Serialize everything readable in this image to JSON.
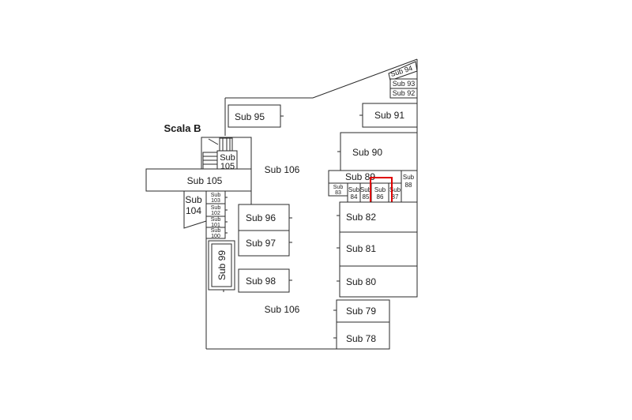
{
  "plan": {
    "stair_title": "Scala B",
    "labels": {
      "sub95": "Sub 95",
      "sub91": "Sub 91",
      "sub90": "Sub 90",
      "sub89": "Sub 89",
      "sub94": "Sub 94",
      "sub93": "Sub 93",
      "sub92": "Sub 92",
      "sub105_a": "Sub",
      "sub105_b": "105",
      "sub105_wide": "Sub 105",
      "sub106_top": "Sub 106",
      "sub106_bottom": "Sub 106",
      "sub104_a": "Sub",
      "sub104_b": "104",
      "sub103_a": "Sub",
      "sub103_b": "103",
      "sub102_a": "Sub",
      "sub102_b": "102",
      "sub101_a": "Sub",
      "sub101_b": "101",
      "sub100_a": "Sub",
      "sub100_b": "100",
      "sub96": "Sub 96",
      "sub97": "Sub 97",
      "sub98": "Sub 98",
      "sub99": "Sub 99",
      "sub88_a": "Sub",
      "sub88_b": "88",
      "sub87_a": "Sub",
      "sub87_b": "87",
      "sub86_a": "Sub",
      "sub86_b": "86",
      "sub85_a": "Sub",
      "sub85_b": "85",
      "sub84_a": "Sub",
      "sub84_b": "84",
      "sub83_a": "Sub",
      "sub83_b": "83",
      "sub82": "Sub 82",
      "sub81": "Sub 81",
      "sub80": "Sub 80",
      "sub79": "Sub 79",
      "sub78": "Sub 78"
    },
    "highlight_unit": "Sub 86",
    "colors": {
      "line": "#2a2a2a",
      "highlight": "#e00000",
      "background": "#ffffff"
    }
  }
}
